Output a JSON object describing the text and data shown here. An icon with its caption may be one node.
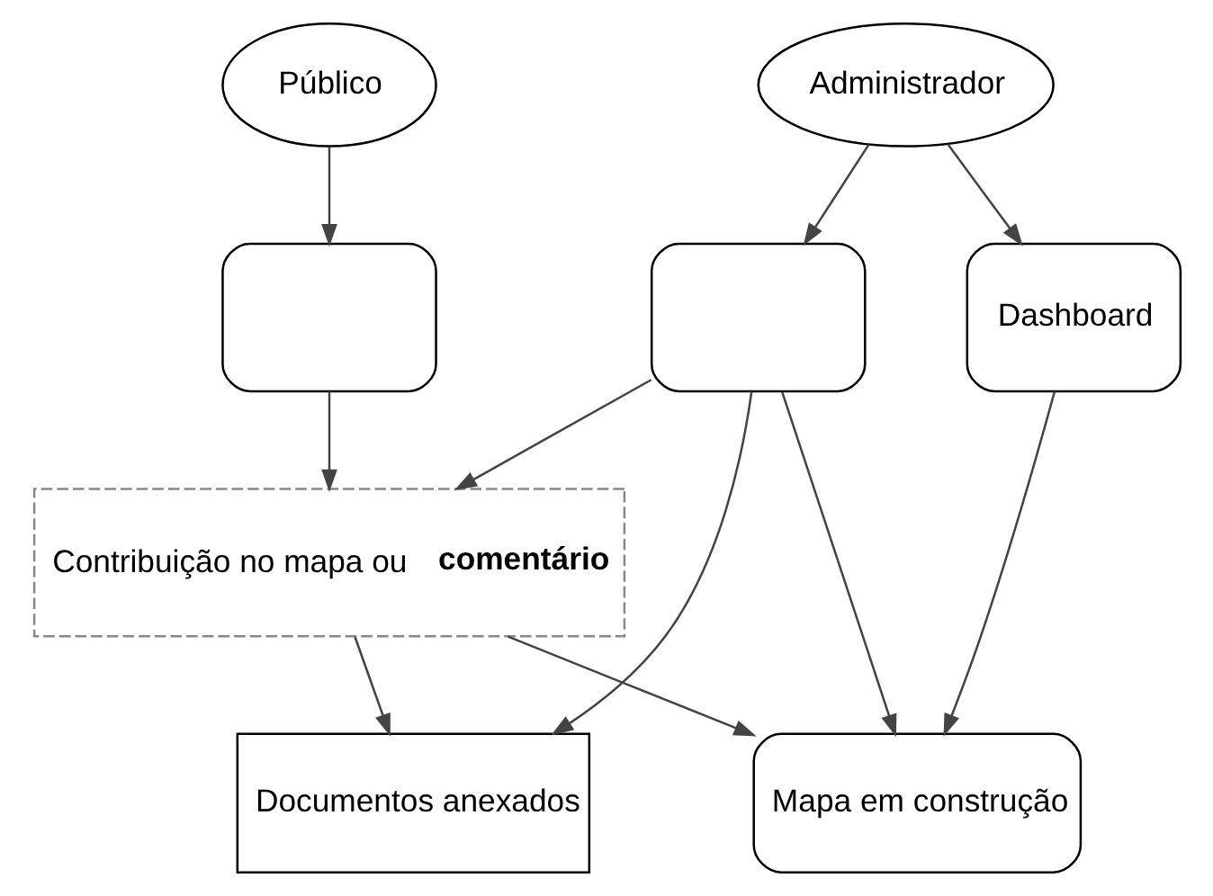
{
  "diagram": {
    "nodes": [
      {
        "text": [
          "Público"
        ]
      },
      {
        "text": [
          "Administrador"
        ]
      },
      {
        "text": [],
        "shape": "box"
      },
      {
        "text": [],
        "shape": "box"
      },
      {
        "text": [
          "Dashboard"
        ]
      },
      {
        "text": [
          "Contribuição no mapa ou **comentário**"
        ]
      },
      {
        "text": [
          "Documentos anexados"
        ]
      },
      {
        "text": [
          "Mapa em construção"
        ]
      }
    ],
    "edges": [
      {
        "from": 0,
        "to": 2,
        "arrow": "to"
      },
      {
        "from": 1,
        "to": 3,
        "arrow": "to"
      },
      {
        "from": 1,
        "to": 4,
        "arrow": "to"
      },
      {
        "from": 2,
        "to": 5,
        "arrow": "to"
      },
      {
        "from": 3,
        "to": 5,
        "arrow": "to"
      },
      {
        "from": 3,
        "to": 6,
        "arrow": "to"
      },
      {
        "from": 3,
        "to": 7,
        "arrow": "to"
      },
      {
        "from": 4,
        "to": 7,
        "arrow": "to"
      },
      {
        "from": 5,
        "to": 6,
        "arrow": "to"
      },
      {
        "from": 5,
        "to": 7,
        "arrow": "to"
      }
    ]
  }
}
